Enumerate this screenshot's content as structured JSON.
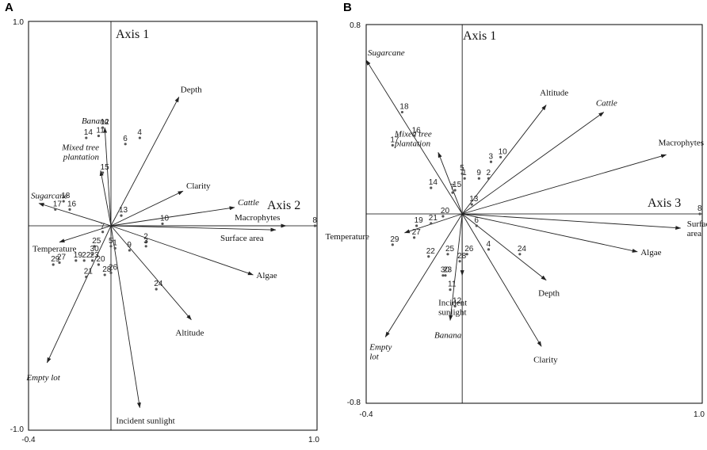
{
  "chart_data": [
    {
      "type": "scatter",
      "panel": "A",
      "axes": [
        {
          "label": "Axis 1"
        },
        {
          "label": "Axis 2"
        }
      ],
      "xlim": [
        -0.4,
        1.0
      ],
      "ylim": [
        -1.0,
        1.0
      ],
      "x_tick_labels": [
        "-0.4",
        "1.0"
      ],
      "y_tick_labels": [
        "1.0",
        "-1.0"
      ],
      "vectors": [
        {
          "label": "Depth",
          "italic": false,
          "x": 0.33,
          "y": 0.63
        },
        {
          "label": "Banana",
          "italic": true,
          "x": -0.03,
          "y": 0.48
        },
        {
          "label": "Mixed tree plantation",
          "italic": true,
          "x": -0.05,
          "y": 0.27
        },
        {
          "label": "Sugarcane",
          "italic": true,
          "x": -0.35,
          "y": 0.11
        },
        {
          "label": "Clarity",
          "italic": false,
          "x": 0.35,
          "y": 0.17
        },
        {
          "label": "Cattle",
          "italic": true,
          "x": 0.6,
          "y": 0.09
        },
        {
          "label": "Macrophytes",
          "italic": false,
          "x": 0.85,
          "y": 0.0
        },
        {
          "label": "Surface area",
          "italic": false,
          "x": 0.8,
          "y": -0.02
        },
        {
          "label": "Algae",
          "italic": false,
          "x": 0.69,
          "y": -0.24
        },
        {
          "label": "Altitude",
          "italic": false,
          "x": 0.39,
          "y": -0.46
        },
        {
          "label": "Incident sunlight",
          "italic": false,
          "x": 0.14,
          "y": -0.89
        },
        {
          "label": "Empty lot",
          "italic": true,
          "x": -0.31,
          "y": -0.67
        },
        {
          "label": "Temperature",
          "italic": false,
          "x": -0.25,
          "y": -0.08
        }
      ],
      "sites": [
        {
          "label": "1",
          "x": 0.02,
          "y": -0.11
        },
        {
          "label": "2",
          "x": 0.17,
          "y": -0.08
        },
        {
          "label": "3",
          "x": 0.17,
          "y": -0.1
        },
        {
          "label": "4",
          "x": 0.14,
          "y": 0.43
        },
        {
          "label": "5",
          "x": 0.0,
          "y": -0.1
        },
        {
          "label": "6",
          "x": 0.07,
          "y": 0.4
        },
        {
          "label": "7",
          "x": -0.04,
          "y": -0.03
        },
        {
          "label": "8",
          "x": 0.99,
          "y": 0.0
        },
        {
          "label": "9",
          "x": 0.09,
          "y": -0.12
        },
        {
          "label": "10",
          "x": 0.25,
          "y": 0.01
        },
        {
          "label": "11",
          "x": -0.06,
          "y": 0.44
        },
        {
          "label": "12",
          "x": -0.04,
          "y": 0.48
        },
        {
          "label": "13",
          "x": 0.05,
          "y": 0.05
        },
        {
          "label": "14",
          "x": -0.12,
          "y": 0.43
        },
        {
          "label": "15",
          "x": -0.04,
          "y": 0.26
        },
        {
          "label": "16",
          "x": -0.2,
          "y": 0.08
        },
        {
          "label": "17",
          "x": -0.27,
          "y": 0.08
        },
        {
          "label": "18",
          "x": -0.23,
          "y": 0.12
        },
        {
          "label": "19",
          "x": -0.17,
          "y": -0.17
        },
        {
          "label": "20",
          "x": -0.06,
          "y": -0.19
        },
        {
          "label": "21",
          "x": -0.12,
          "y": -0.25
        },
        {
          "label": "22",
          "x": -0.13,
          "y": -0.17
        },
        {
          "label": "23",
          "x": -0.09,
          "y": -0.17
        },
        {
          "label": "24",
          "x": 0.22,
          "y": -0.31
        },
        {
          "label": "25",
          "x": -0.08,
          "y": -0.1
        },
        {
          "label": "26",
          "x": 0.0,
          "y": -0.23
        },
        {
          "label": "27",
          "x": -0.25,
          "y": -0.18
        },
        {
          "label": "28",
          "x": -0.03,
          "y": -0.24
        },
        {
          "label": "29",
          "x": -0.28,
          "y": -0.19
        },
        {
          "label": "30",
          "x": -0.09,
          "y": -0.14
        }
      ]
    },
    {
      "type": "scatter",
      "panel": "B",
      "axes": [
        {
          "label": "Axis 1"
        },
        {
          "label": "Axis 3"
        }
      ],
      "xlim": [
        -0.4,
        1.0
      ],
      "ylim": [
        -0.8,
        0.8
      ],
      "x_tick_labels": [
        "-0.4",
        "1.0"
      ],
      "y_tick_labels": [
        "0.8",
        "-0.8"
      ],
      "vectors": [
        {
          "label": "Sugarcane",
          "italic": true,
          "x": -0.4,
          "y": 0.65
        },
        {
          "label": "Mixed tree plantation",
          "italic": true,
          "x": -0.1,
          "y": 0.26
        },
        {
          "label": "Altitude",
          "italic": false,
          "x": 0.35,
          "y": 0.46
        },
        {
          "label": "Cattle",
          "italic": true,
          "x": 0.59,
          "y": 0.43
        },
        {
          "label": "Macrophytes",
          "italic": false,
          "x": 0.85,
          "y": 0.25
        },
        {
          "label": "Surface area",
          "italic": false,
          "x": 0.91,
          "y": -0.06
        },
        {
          "label": "Algae",
          "italic": false,
          "x": 0.73,
          "y": -0.16
        },
        {
          "label": "Depth",
          "italic": false,
          "x": 0.35,
          "y": -0.28
        },
        {
          "label": "Clarity",
          "italic": false,
          "x": 0.33,
          "y": -0.56
        },
        {
          "label": "Incident sunlight",
          "italic": false,
          "x": 0.0,
          "y": -0.26
        },
        {
          "label": "Banana",
          "italic": true,
          "x": -0.05,
          "y": -0.45
        },
        {
          "label": "Empty lot",
          "italic": true,
          "x": -0.32,
          "y": -0.52
        },
        {
          "label": "Temperature",
          "italic": false,
          "x": -0.24,
          "y": -0.08
        }
      ],
      "sites": [
        {
          "label": "1",
          "x": 0.01,
          "y": 0.15
        },
        {
          "label": "2",
          "x": 0.11,
          "y": 0.15
        },
        {
          "label": "3",
          "x": 0.12,
          "y": 0.22
        },
        {
          "label": "4",
          "x": 0.11,
          "y": -0.15
        },
        {
          "label": "5",
          "x": 0.0,
          "y": 0.17
        },
        {
          "label": "6",
          "x": 0.06,
          "y": -0.05
        },
        {
          "label": "7",
          "x": -0.04,
          "y": 0.09
        },
        {
          "label": "8",
          "x": 0.99,
          "y": 0.0
        },
        {
          "label": "9",
          "x": 0.07,
          "y": 0.15
        },
        {
          "label": "10",
          "x": 0.16,
          "y": 0.24
        },
        {
          "label": "11",
          "x": -0.05,
          "y": -0.32
        },
        {
          "label": "12",
          "x": -0.03,
          "y": -0.39
        },
        {
          "label": "13",
          "x": 0.04,
          "y": 0.04
        },
        {
          "label": "14",
          "x": -0.13,
          "y": 0.11
        },
        {
          "label": "15",
          "x": -0.03,
          "y": 0.1
        },
        {
          "label": "16",
          "x": -0.2,
          "y": 0.33
        },
        {
          "label": "17",
          "x": -0.29,
          "y": 0.29
        },
        {
          "label": "18",
          "x": -0.25,
          "y": 0.43
        },
        {
          "label": "19",
          "x": -0.19,
          "y": -0.05
        },
        {
          "label": "20",
          "x": -0.08,
          "y": -0.01
        },
        {
          "label": "21",
          "x": -0.13,
          "y": -0.04
        },
        {
          "label": "22",
          "x": -0.14,
          "y": -0.18
        },
        {
          "label": "23",
          "x": -0.07,
          "y": -0.26
        },
        {
          "label": "24",
          "x": 0.24,
          "y": -0.17
        },
        {
          "label": "25",
          "x": -0.06,
          "y": -0.17
        },
        {
          "label": "26",
          "x": 0.02,
          "y": -0.17
        },
        {
          "label": "27",
          "x": -0.2,
          "y": -0.1
        },
        {
          "label": "28",
          "x": -0.01,
          "y": -0.2
        },
        {
          "label": "29",
          "x": -0.29,
          "y": -0.13
        },
        {
          "label": "30",
          "x": -0.08,
          "y": -0.26
        }
      ]
    }
  ],
  "colors": {
    "ink": "#000000",
    "vector": "#222222",
    "point": "#555555"
  }
}
